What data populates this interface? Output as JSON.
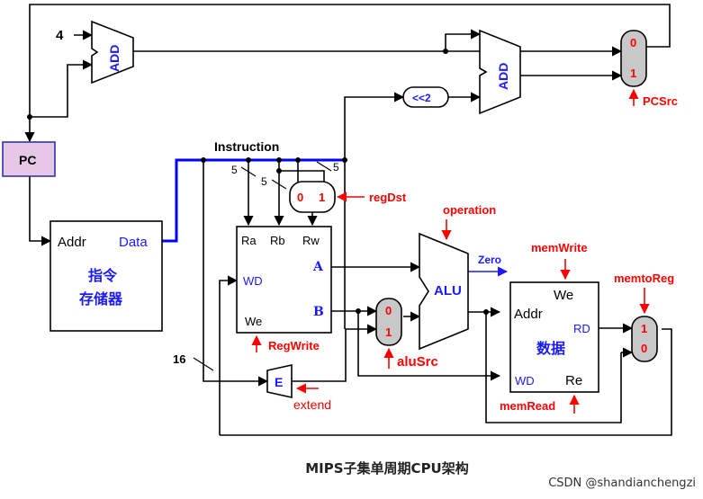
{
  "diagram": {
    "caption": "MIPS子集单周期CPU架构",
    "watermark": "CSDN @shandianchengzi",
    "constants": {
      "four": "4",
      "five": "5",
      "sixteen": "16"
    },
    "pc": {
      "label": "PC"
    },
    "add1": {
      "label": "ADD"
    },
    "add2": {
      "label": "ADD"
    },
    "shift": {
      "label": "<<2"
    },
    "mux_pc": {
      "in0": "0",
      "in1": "1",
      "control": "PCSrc"
    },
    "instr_mem": {
      "addr": "Addr",
      "data": "Data",
      "name_line1": "指令",
      "name_line2": "存储器"
    },
    "instruction_bus": {
      "label": "Instruction"
    },
    "mux_regdst": {
      "in0": "0",
      "in1": "1",
      "control": "regDst"
    },
    "regfile": {
      "ra": "Ra",
      "rb": "Rb",
      "rw": "Rw",
      "wd": "WD",
      "a": "A",
      "b": "B",
      "we": "We",
      "control": "RegWrite"
    },
    "alu": {
      "label": "ALU",
      "control": "operation",
      "zero": "Zero"
    },
    "mux_alusrc": {
      "in0": "0",
      "in1": "1",
      "control": "aluSrc"
    },
    "extend": {
      "label": "E",
      "control": "extend"
    },
    "data_mem": {
      "we": "We",
      "addr": "Addr",
      "rd": "RD",
      "name": "数据",
      "wd": "WD",
      "re": "Re",
      "control_write": "memWrite",
      "control_read": "memRead"
    },
    "mux_memtoreg": {
      "in1": "1",
      "in0": "0",
      "control": "memtoReg"
    },
    "colors": {
      "wire": "#000000",
      "bus": "#0000ff",
      "control": "#ff0000",
      "pc_fill": "#e6c8e6",
      "mux_fill": "#c8c8c8",
      "blue_text": "#1a1aff"
    }
  }
}
